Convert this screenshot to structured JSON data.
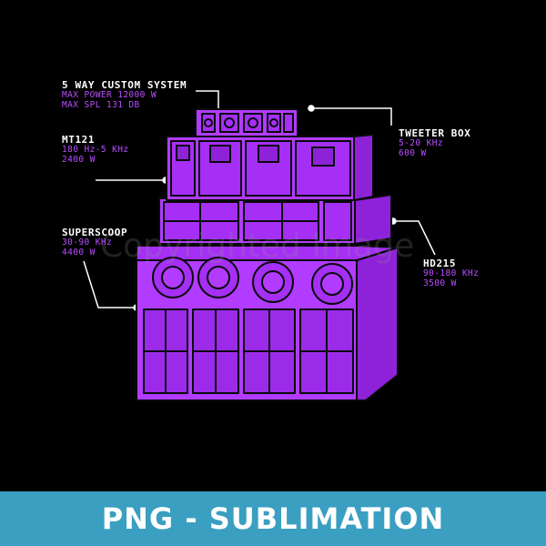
{
  "colors": {
    "background": "#000000",
    "cabinet_purple": "#b13cff",
    "cabinet_dark": "#8e22d9",
    "outline": "#0a0a0a",
    "callout_line": "#ffffff",
    "spec_text": "#b84dff",
    "banner": "#3a9fc1"
  },
  "labels": {
    "system": {
      "title": "5 WAY CUSTOM SYSTEM",
      "lines": [
        "MAX POWER 12000 W",
        "MAX SPL 131 DB"
      ]
    },
    "mt121": {
      "title": "MT121",
      "lines": [
        "180 Hz-5 KHz",
        "2400 W"
      ]
    },
    "superscoop": {
      "title": "SUPERSCOOP",
      "lines": [
        "30-90 KHz",
        "4400 W"
      ]
    },
    "tweeter": {
      "title": "TWEETER BOX",
      "lines": [
        "5-20 KHz",
        "600 W"
      ]
    },
    "hd215": {
      "title": "HD215",
      "lines": [
        "90-180 KHz",
        "3500 W"
      ]
    }
  },
  "watermark": "Copyrighted Image",
  "banner": {
    "text": "PNG - SUBLIMATION"
  }
}
